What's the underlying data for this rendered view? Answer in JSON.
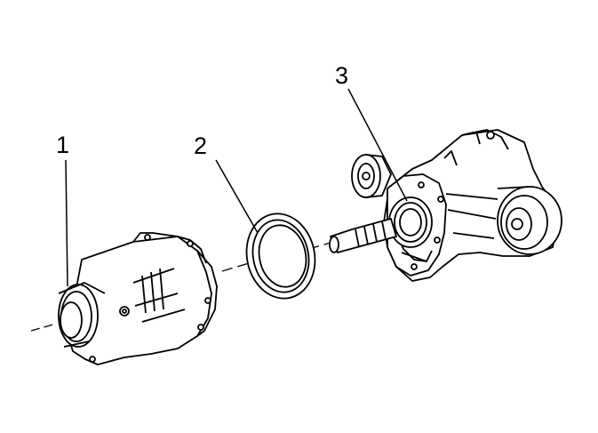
{
  "diagram": {
    "callouts": [
      {
        "id": "1",
        "label": "1"
      },
      {
        "id": "2",
        "label": "2"
      },
      {
        "id": "3",
        "label": "3"
      }
    ],
    "colors": {
      "line": "#000000",
      "fill": "#ffffff",
      "shade": "#cfcfcf"
    }
  }
}
